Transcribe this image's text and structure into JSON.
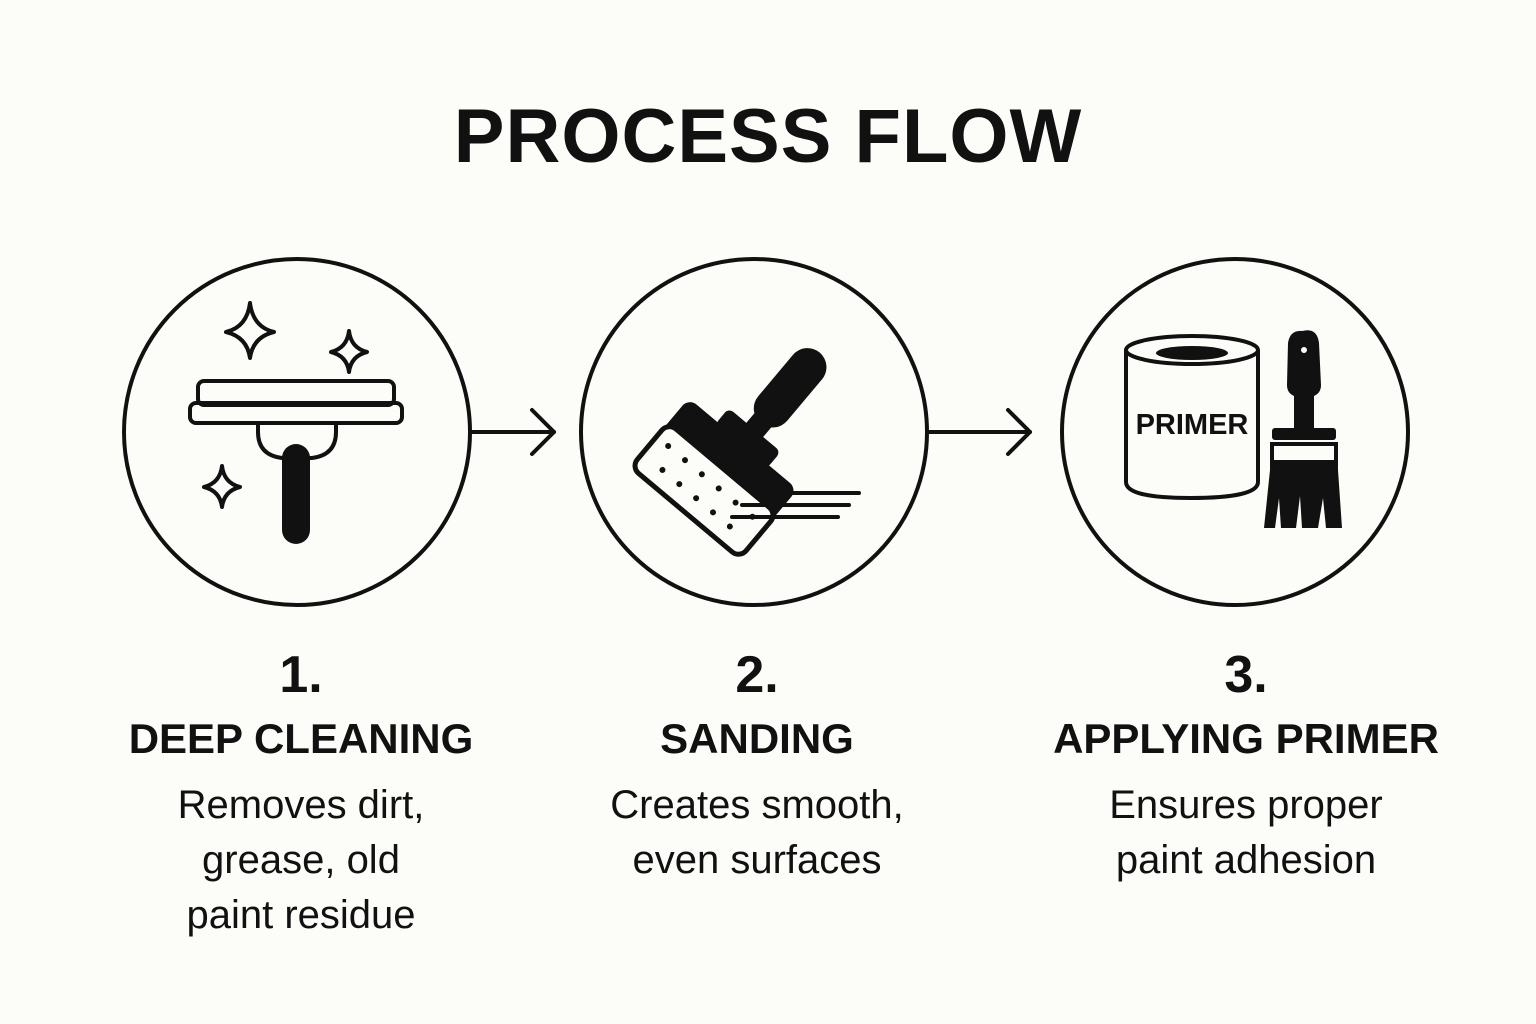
{
  "title": "PROCESS FLOW",
  "colors": {
    "background": "#fcfcf9",
    "ink": "#111111"
  },
  "steps": [
    {
      "number": "1.",
      "title": "DEEP CLEANING",
      "description_lines": [
        "Removes dirt,",
        "grease, old",
        "paint residue"
      ],
      "icon": "squeegee-with-sparkles-icon"
    },
    {
      "number": "2.",
      "title": "SANDING",
      "description_lines": [
        "Creates smooth,",
        "even surfaces"
      ],
      "icon": "sanding-block-icon"
    },
    {
      "number": "3.",
      "title": "APPLYING PRIMER",
      "description_lines": [
        "Ensures proper",
        "paint adhesion"
      ],
      "icon": "primer-can-and-brush-icon",
      "can_label": "PRIMER"
    }
  ]
}
